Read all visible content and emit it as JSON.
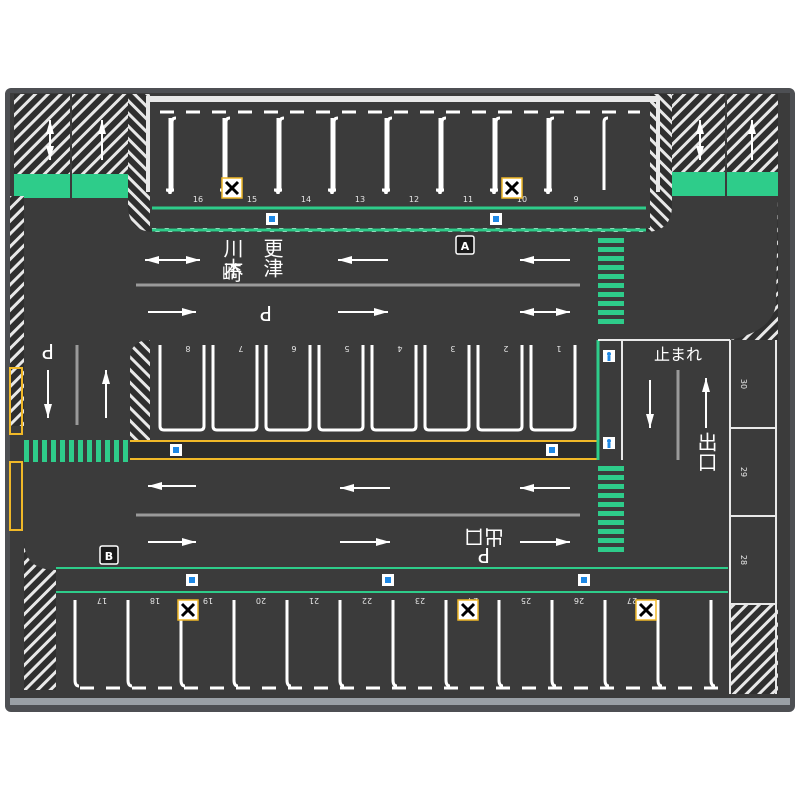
{
  "colors": {
    "asphalt": "#3b3b3b",
    "border": "#4d4f53",
    "marking": "#ffffff",
    "green": "#2ecc8a",
    "yellow": "#f0b828",
    "hatch_bg": "#2f2f2f"
  },
  "markings": {
    "top_road_text": [
      "川木",
      "崎",
      "更津"
    ],
    "stop_text": "止まれ",
    "exit_vertical": "出口",
    "exit_rotated": "出口",
    "parking_letter": "P",
    "section_a": "A",
    "section_b": "B"
  },
  "top_row_numbers": [
    "16",
    "15",
    "14",
    "13",
    "12",
    "11",
    "10",
    "9"
  ],
  "middle_row_numbers": [
    "8",
    "7",
    "6",
    "5",
    "4",
    "3",
    "2",
    "1"
  ],
  "bottom_row_numbers": [
    "17",
    "18",
    "19",
    "20",
    "21",
    "22",
    "23",
    "24",
    "25",
    "26",
    "27"
  ],
  "right_row_numbers": [
    "30",
    "29",
    "28"
  ],
  "icons": {
    "blocked_stall": "x-box-icon",
    "ev_sign": "ev-charging-icon",
    "pedestrian": "pedestrian-icon",
    "arrow": "road-arrow-icon"
  }
}
